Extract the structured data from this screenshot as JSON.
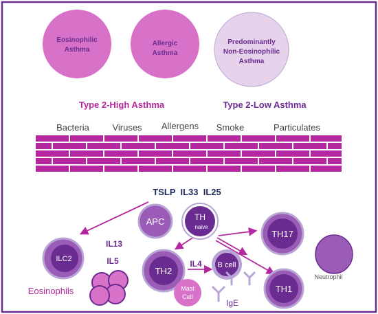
{
  "asthma_types": {
    "eosinophilic": [
      "Eosinophilic",
      "Asthma"
    ],
    "allergic": [
      "Allergic",
      "Asthma"
    ],
    "non_eosinophilic": [
      "Predominantly",
      "Non-Eosinophilic",
      "Asthma"
    ]
  },
  "headings": {
    "type2_high": "Type 2-High Asthma",
    "type2_low": "Type 2-Low Asthma"
  },
  "triggers": [
    "Bacteria",
    "Viruses",
    "Allergens",
    "Smoke",
    "Particulates"
  ],
  "cytokines_top": "TSLP  IL33  IL25",
  "cells": {
    "apc": "APC",
    "th": "TH",
    "naive": "naive",
    "th17": "TH17",
    "ilc2": "ILC2",
    "th2": "TH2",
    "bcell": "B cell",
    "mast": [
      "Mast",
      "Cell"
    ],
    "th1": "TH1",
    "neutrophil": "Neutrophil",
    "eosinophils": "Eosinophils"
  },
  "mediators": {
    "il13": "IL13",
    "il5": "IL5",
    "il4": "IL4",
    "ige": "IgE"
  },
  "colors": {
    "frame": "#6b2c91",
    "magenta": "#b5279f",
    "dark_purple": "#6b2c91",
    "pink_circle": "#d772c8",
    "light_lavender": "#e6d2ea",
    "cell_fill": "#9b5cb8",
    "cell_ring": "#b9a4d6",
    "navy": "#1f2a5a",
    "gray_text": "#444444"
  }
}
